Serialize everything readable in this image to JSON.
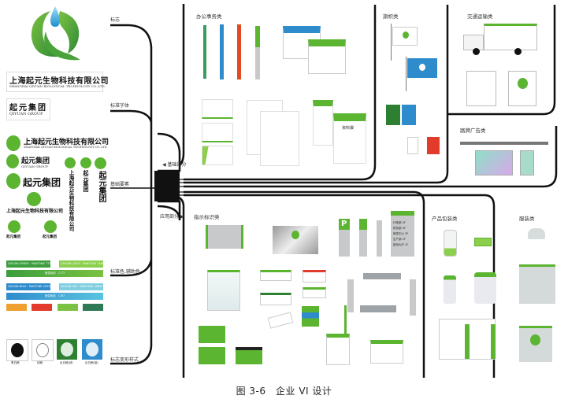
{
  "figure": {
    "caption": "图 3-6　企业 VI 设计"
  },
  "company": {
    "name_cn": "上海起元生物科技有限公司",
    "name_en": "SHANGHAI QIYUAN BIOLOGICAL TECHNOLOGY CO.,LTD.",
    "group_cn": "起元集团",
    "group_en": "QIYUAN GROUP"
  },
  "branches_left": {
    "logo": "标志",
    "standard_type": "标准字体",
    "standard_colors": "标准色.辅助色",
    "logo_variants": "标志变形样式",
    "hub": "基础要素",
    "office": "◀ 基础部分",
    "application": "应用部分 ▶"
  },
  "sections": {
    "office_supplies": "办公事务类",
    "flags": "旗帜类",
    "vehicles": "交通运输类",
    "bus_stop": "路牌广告类",
    "signage": "指示标识类",
    "packaging": "产品包装类",
    "apparel": "服装类"
  },
  "colors": {
    "brand_green": "#5cb531",
    "dark_green": "#2d7f32",
    "light_green": "#8ccf4d",
    "brand_blue": "#2f8ccc",
    "light_blue": "#7fcfe0",
    "orange": "#f0a030",
    "red": "#e33b2b",
    "mid_green": "#7cc242",
    "teal_green": "#2f7a55"
  },
  "color_bars": {
    "row1_left": "QIYUAN GREEN · PANTONE 7737C",
    "row1_right": "QIYUAN LIGHT · PANTONE 7488C",
    "row2": "渐变色彩　C:77",
    "row3_left": "QIYUAN BLUE · PANTONE 2925C",
    "row3_right": "QIYUAN SKY · PANTONE 2985C",
    "row4": "渐变色彩　C:67"
  },
  "logo_variants": [
    {
      "label": "黑白稿"
    },
    {
      "label": "线稿"
    },
    {
      "label": "反白稿(绿)"
    },
    {
      "label": "反白稿(蓝)"
    }
  ],
  "sign_directory": [
    "行政部  5F",
    "财务部  4F",
    "研发中心  3F",
    "生产部  2F",
    "接待大厅  1F"
  ],
  "document_title": "资料袋",
  "icons": {
    "logo": "leaf-water-drop-logo",
    "arrow_left": "triangle-left-icon",
    "arrow_right": "triangle-right-icon"
  }
}
